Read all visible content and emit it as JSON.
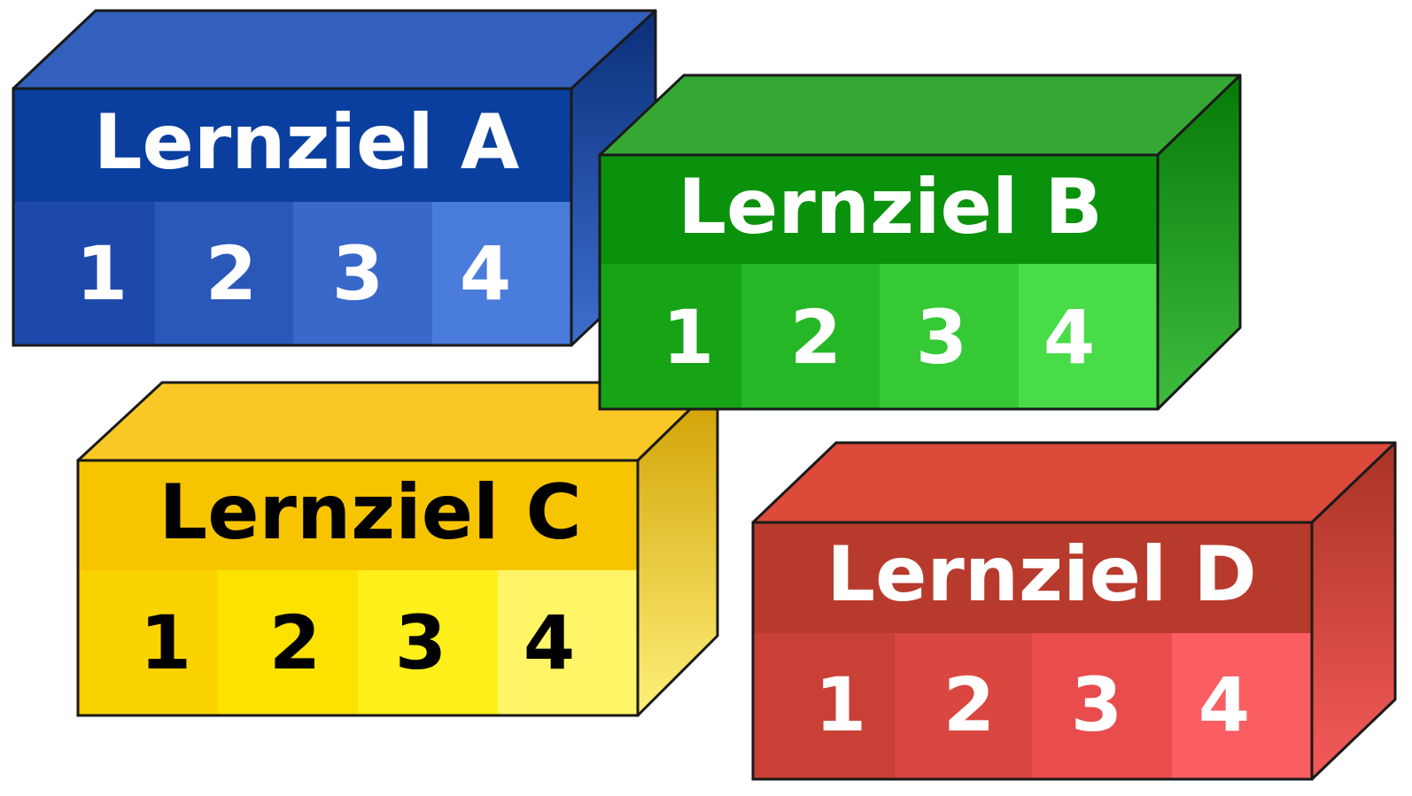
{
  "blocks": [
    {
      "id": "a",
      "title": "Lernziel A",
      "numbers": [
        "1",
        "2",
        "3",
        "4"
      ],
      "text_color": "#ffffff",
      "colors": {
        "front_title": "#0b3f9f",
        "top": "#3360bd",
        "side_top": "#0a2f7a",
        "side_bottom": "#3d6fce",
        "cells": [
          "#1d4aaa",
          "#2a58b9",
          "#3868c9",
          "#4a7cdc"
        ]
      }
    },
    {
      "id": "b",
      "title": "Lernziel B",
      "numbers": [
        "1",
        "2",
        "3",
        "4"
      ],
      "text_color": "#ffffff",
      "colors": {
        "front_title": "#0a920c",
        "top": "#35a834",
        "side_top": "#067a07",
        "side_bottom": "#3fbc3e",
        "cells": [
          "#16a316",
          "#25b725",
          "#35c935",
          "#48dc48"
        ]
      }
    },
    {
      "id": "c",
      "title": "Lernziel C",
      "numbers": [
        "1",
        "2",
        "3",
        "4"
      ],
      "text_color": "#000000",
      "colors": {
        "front_title": "#f7c500",
        "top": "#f9c826",
        "side_top": "#cf9f00",
        "side_bottom": "#fff07a",
        "cells": [
          "#fbd300",
          "#fde200",
          "#ffef1a",
          "#fff566"
        ]
      }
    },
    {
      "id": "d",
      "title": "Lernziel D",
      "numbers": [
        "1",
        "2",
        "3",
        "4"
      ],
      "text_color": "#ffffff",
      "colors": {
        "front_title": "#b83a2c",
        "top": "#dc4a3a",
        "side_top": "#a83324",
        "side_bottom": "#f55a5a",
        "cells": [
          "#c84036",
          "#da4640",
          "#e94c4c",
          "#fa5d62"
        ]
      }
    }
  ]
}
